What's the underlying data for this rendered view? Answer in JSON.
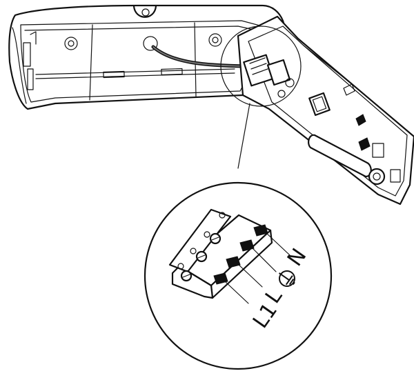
{
  "terminal_labels": {
    "n": "N",
    "pe_icon": "protective-earth-icon",
    "l": "L",
    "l1": "L1"
  },
  "colors": {
    "ink": "#111111",
    "background": "#ffffff"
  }
}
